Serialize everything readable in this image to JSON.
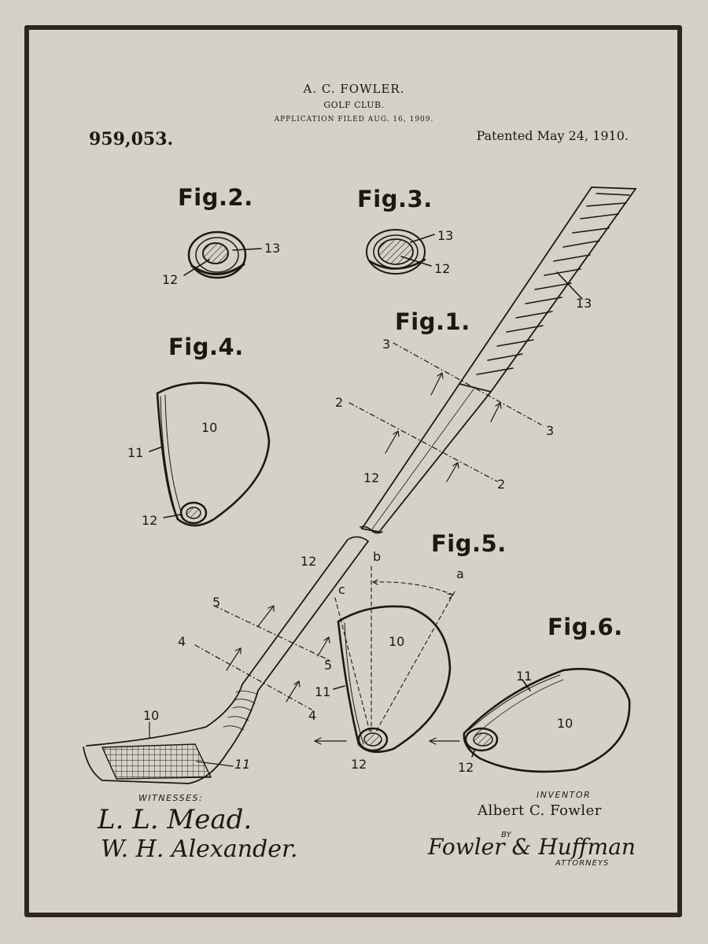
{
  "header": {
    "inventor_short": "A. C. FOWLER.",
    "invention": "GOLF CLUB.",
    "application": "APPLICATION FILED AUG. 16, 1909.",
    "patent_number": "959,053.",
    "patented": "Patented May 24, 1910."
  },
  "figures": {
    "fig1": "Fig.1.",
    "fig2": "Fig.2.",
    "fig3": "Fig.3.",
    "fig4": "Fig.4.",
    "fig5": "Fig.5.",
    "fig6": "Fig.6."
  },
  "refs": {
    "fig2_13": "13",
    "fig2_12": "12",
    "fig3_13": "13",
    "fig3_12": "12",
    "grip_13": "13",
    "section_3a": "3",
    "section_3b": "3",
    "section_2a": "2",
    "section_2b": "2",
    "shaft_12a": "12",
    "shaft_12b": "12",
    "fig4_10": "10",
    "fig4_11": "11",
    "fig4_12": "12",
    "fig5_b": "b",
    "fig5_a": "a",
    "fig5_c": "c",
    "fig5_10": "10",
    "fig5_11": "11",
    "fig5_12": "12",
    "section_5a": "5",
    "section_5b": "5",
    "section_4a": "4",
    "section_4b": "4",
    "head_10": "10",
    "head_11": "11",
    "fig6_11": "11",
    "fig6_10": "10",
    "fig6_12": "12"
  },
  "footer": {
    "witnesses_label": "WITNESSES:",
    "witness_1": "L. L. Mead.",
    "witness_2": "W. H. Alexander.",
    "inventor_label": "INVENTOR",
    "inventor_name": "Albert C. Fowler",
    "by_label": "BY",
    "attorney_sig": "Fowler & Huffman",
    "attorneys_label": "ATTORNEYS"
  },
  "colors": {
    "paper": "#d6d1c7",
    "ink": "#1b1816",
    "frame": "#2a2522"
  }
}
